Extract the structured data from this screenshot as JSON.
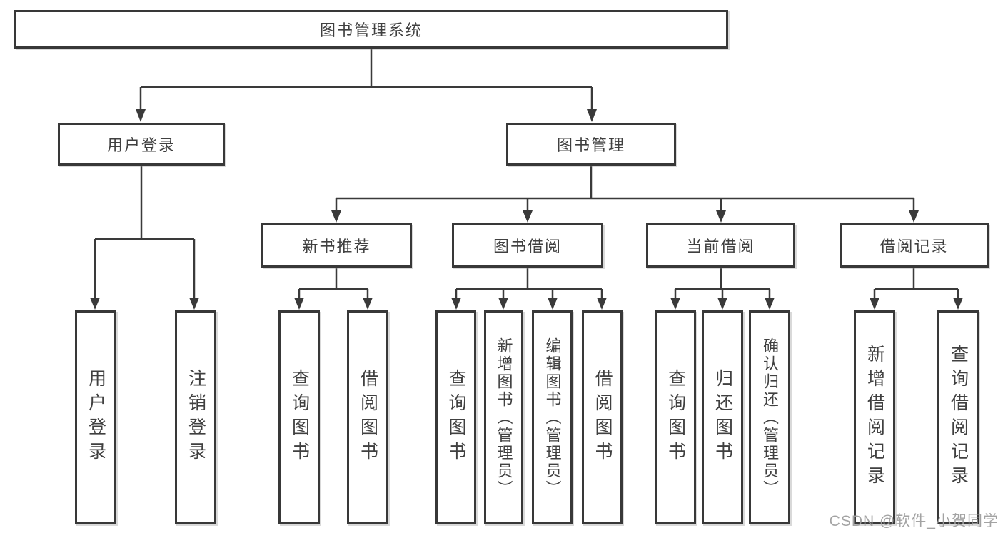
{
  "diagram": {
    "title": "图书管理系统",
    "tree": {
      "label": "图书管理系统",
      "children": [
        {
          "label": "用户登录",
          "children": [
            {
              "label": "用户登录"
            },
            {
              "label": "注销登录"
            }
          ]
        },
        {
          "label": "图书管理",
          "children": [
            {
              "label": "新书推荐",
              "children": [
                {
                  "label": "查询图书"
                },
                {
                  "label": "借阅图书"
                }
              ]
            },
            {
              "label": "图书借阅",
              "children": [
                {
                  "label": "查询图书"
                },
                {
                  "label": "新增图书（管理员）"
                },
                {
                  "label": "编辑图书（管理员）"
                },
                {
                  "label": "借阅图书"
                }
              ]
            },
            {
              "label": "当前借阅",
              "children": [
                {
                  "label": "查询图书"
                },
                {
                  "label": "归还图书"
                },
                {
                  "label": "确认归还（管理员）"
                }
              ]
            },
            {
              "label": "借阅记录",
              "children": [
                {
                  "label": "新增借阅记录"
                },
                {
                  "label": "查询借阅记录"
                }
              ]
            }
          ]
        }
      ]
    },
    "colors": {
      "line": "#3a3a3a",
      "box_border": "#383838",
      "box_fill": "#ffffff",
      "watermark": "#9e9e9e"
    }
  },
  "watermark": {
    "text": "CSDN @软件_小贺同学"
  }
}
